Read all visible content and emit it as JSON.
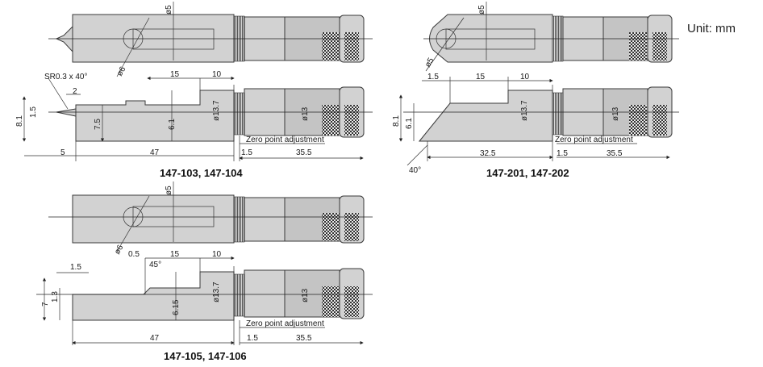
{
  "unit_label": "Unit: mm",
  "models": [
    {
      "caption": "147-103, 147-104",
      "top_dims": [
        "ø5",
        "ø6"
      ],
      "side_dims": [
        "SR0.3 x 40°",
        "2",
        "15",
        "10",
        "8.1",
        "1.5",
        "7.5",
        "6.1",
        "ø13.7",
        "ø13",
        "5",
        "47",
        "1.5",
        "35.5"
      ],
      "note": "Zero point adjustment"
    },
    {
      "caption": "147-201, 147-202",
      "top_dims": [
        "ø5",
        "ø5"
      ],
      "side_dims": [
        "1.5",
        "15",
        "10",
        "8.1",
        "6.1",
        "ø13.7",
        "ø13",
        "40°",
        "32.5",
        "1.5",
        "35.5"
      ],
      "note": "Zero point adjustment"
    },
    {
      "caption": "147-105, 147-106",
      "top_dims": [
        "ø5",
        "ø6"
      ],
      "side_dims": [
        "0.5",
        "15",
        "10",
        "1.5",
        "45°",
        "7",
        "1.3",
        "6.15",
        "ø13.7",
        "ø13",
        "47",
        "1.5",
        "35.5"
      ],
      "note": "Zero point adjustment"
    }
  ]
}
